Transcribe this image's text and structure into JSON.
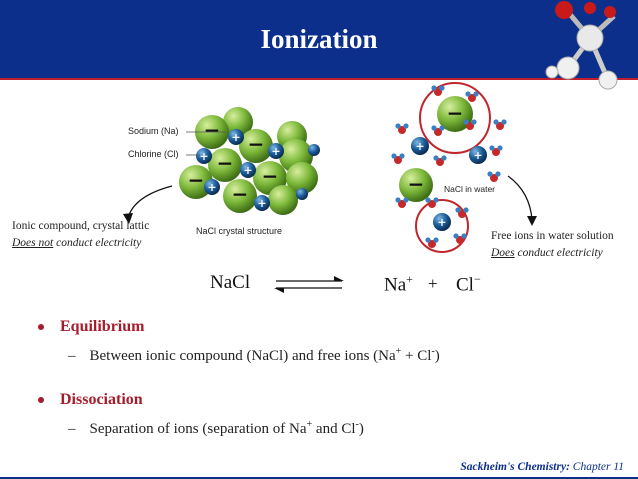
{
  "slide": {
    "title": "Ionization"
  },
  "diagram": {
    "label_sodium": "Sodium (Na)",
    "label_chlorine": "Chlorine (Cl)",
    "label_crystal": "NaCl crystal structure",
    "label_water": "NaCl in water",
    "left_caption_line1": "Ionic compound, crystal lattic",
    "left_caption_line2_a": "Does not",
    "left_caption_line2_b": " conduct electricity",
    "right_caption_line1": "Free ions in water solution",
    "right_caption_line2_a": "Does",
    "right_caption_line2_b": " conduct electricity"
  },
  "equation": {
    "reactant": "NaCl",
    "cation": "Na",
    "cation_charge": "+",
    "plus": "+",
    "anion": "Cl",
    "anion_charge": "−"
  },
  "bullets": [
    {
      "heading": "Equilibrium",
      "sub_a": "Between ionic compound (NaCl) and free ions (Na",
      "sup1": "+",
      "sub_b": " + Cl",
      "sup2": "-",
      "sub_c": ")"
    },
    {
      "heading": "Dissociation",
      "sub_a": "Separation of ions (separation of Na",
      "sup1": "+",
      "sub_b": " and Cl",
      "sup2": "-",
      "sub_c": ")"
    }
  ],
  "footer": {
    "book": "Sackheim's Chemistry:",
    "chapter": " Chapter 11"
  },
  "colors": {
    "header": "#0c2f8c",
    "accent": "#a51c2c",
    "chlorine": "#7cb83a",
    "sodium": "#1d5d9a"
  }
}
